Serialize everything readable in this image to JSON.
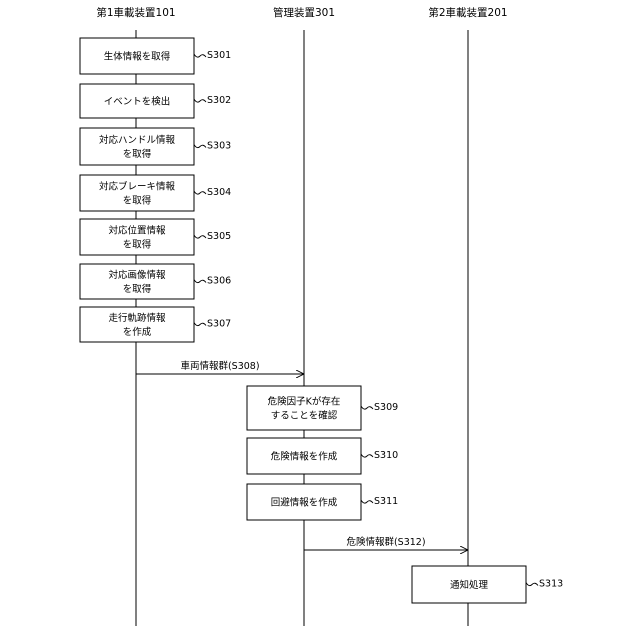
{
  "lifelines": [
    {
      "id": "v1",
      "label": "第1車載装置101"
    },
    {
      "id": "mgr",
      "label": "管理装置301"
    },
    {
      "id": "v2",
      "label": "第2車載装置201"
    }
  ],
  "steps": [
    {
      "lane": "v1",
      "lines": [
        "生体情報を取得"
      ],
      "code": "S301"
    },
    {
      "lane": "v1",
      "lines": [
        "イベントを検出"
      ],
      "code": "S302"
    },
    {
      "lane": "v1",
      "lines": [
        "対応ハンドル情報",
        "を取得"
      ],
      "code": "S303"
    },
    {
      "lane": "v1",
      "lines": [
        "対応ブレーキ情報",
        "を取得"
      ],
      "code": "S304"
    },
    {
      "lane": "v1",
      "lines": [
        "対応位置情報",
        "を取得"
      ],
      "code": "S305"
    },
    {
      "lane": "v1",
      "lines": [
        "対応画像情報",
        "を取得"
      ],
      "code": "S306"
    },
    {
      "lane": "v1",
      "lines": [
        "走行軌跡情報",
        "を作成"
      ],
      "code": "S307"
    },
    {
      "lane": "mgr",
      "lines": [
        "危険因子Kが存在",
        "することを確認"
      ],
      "code": "S309"
    },
    {
      "lane": "mgr",
      "lines": [
        "危険情報を作成"
      ],
      "code": "S310"
    },
    {
      "lane": "mgr",
      "lines": [
        "回避情報を作成"
      ],
      "code": "S311"
    },
    {
      "lane": "v2",
      "lines": [
        "通知処理"
      ],
      "code": "S313"
    }
  ],
  "messages": [
    {
      "from": "v1",
      "to": "mgr",
      "label": "車両情報群(S308)"
    },
    {
      "from": "mgr",
      "to": "v2",
      "label": "危険情報群(S312)"
    }
  ]
}
